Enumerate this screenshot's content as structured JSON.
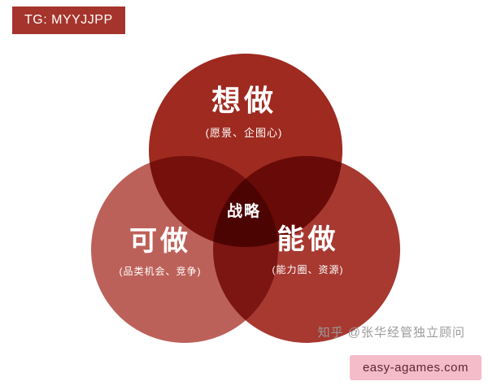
{
  "colors": {
    "background": "#ffffff",
    "circle_top": "#9e2a20",
    "circle_left": "#bc6159",
    "circle_right": "#a73931",
    "header_badge_bg": "#a5352c",
    "header_badge_text": "#ffffff",
    "label_text": "#ffffff",
    "watermark_text": "#9b9b9b",
    "footer_badge_bg": "#f4bcc8",
    "footer_badge_text": "#5c2630"
  },
  "header_badge": {
    "text": "TG: MYYJJPP"
  },
  "diagram": {
    "center_label": "战略",
    "circles": [
      {
        "id": "want",
        "title": "想做",
        "subtitle": "(愿景、企图心)"
      },
      {
        "id": "may",
        "title": "可做",
        "subtitle": "(品类机会、竞争)"
      },
      {
        "id": "can",
        "title": "能做",
        "subtitle": "(能力圈、资源)"
      }
    ]
  },
  "watermark": "知乎 @张华经管独立顾问",
  "footer_badge": "easy-agames.com"
}
